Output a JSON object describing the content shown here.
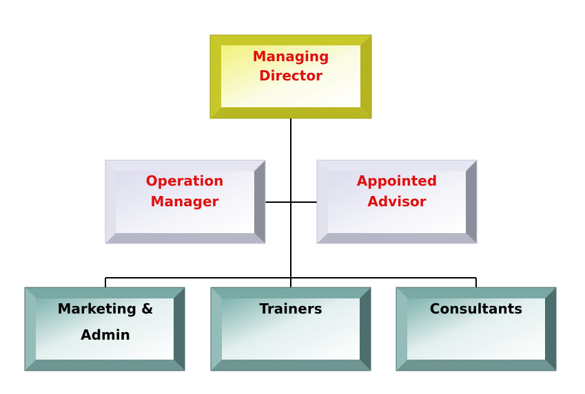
{
  "title": "Organization Chart",
  "colors": {
    "red_text": "#e01010",
    "black_text": "#000000",
    "line": "#000000"
  },
  "nodes": {
    "director": {
      "lines": [
        "Managing",
        "Director"
      ]
    },
    "operation": {
      "lines": [
        "Operation",
        "Manager"
      ]
    },
    "advisor": {
      "lines": [
        "Appointed",
        "Advisor"
      ]
    },
    "marketing": {
      "lines": [
        "Marketing &",
        "Admin"
      ]
    },
    "trainers": {
      "lines": [
        "Trainers"
      ]
    },
    "consultants": {
      "lines": [
        "Consultants"
      ]
    }
  }
}
